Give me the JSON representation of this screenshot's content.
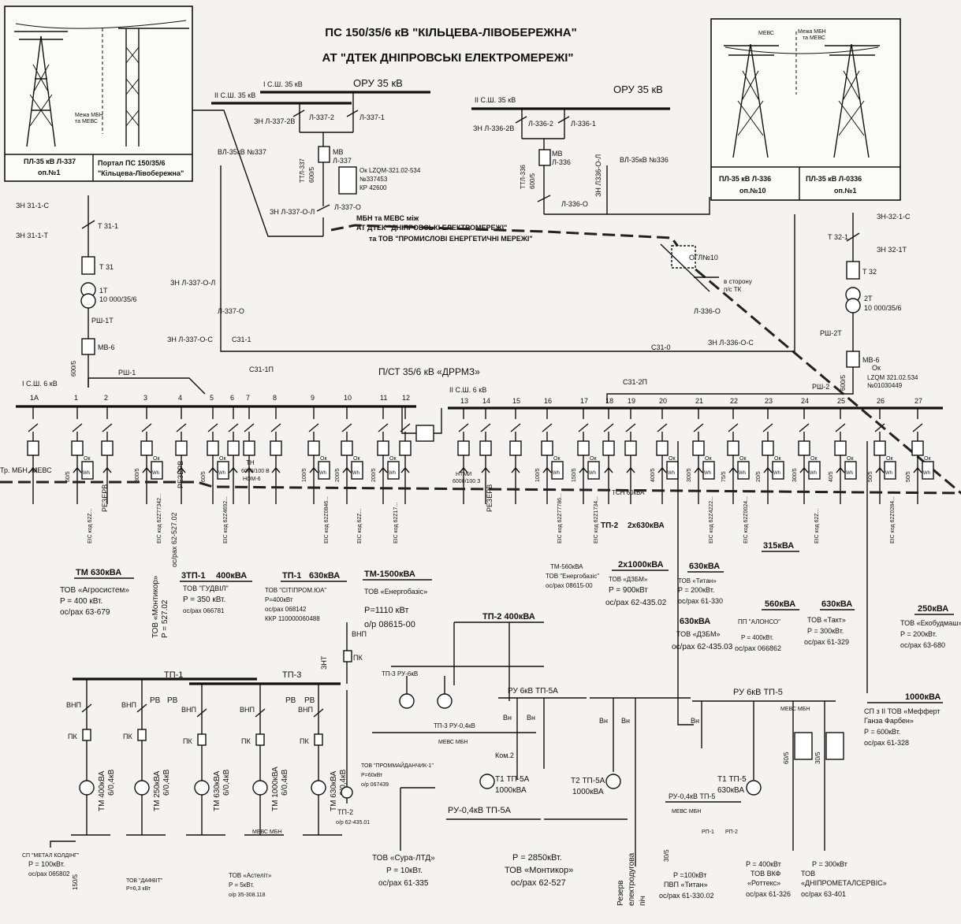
{
  "title": {
    "line1": "ПС 150/35/6 кВ \"КІЛЬЦЕВА-ЛІВОБЕРЕЖНА\"",
    "line2": "АТ \"ДТЕК ДНІПРОВСЬКІ ЕЛЕКТРОМЕРЕЖІ\""
  },
  "boundary": {
    "line1": "МБН та МЕВС між",
    "line2": "АТ ДТЕК \"ДНІПРОВСЬКІ ЕЛЕКТРОМЕРЕЖІ\"",
    "line3": "та ТОВ \"ПРОМИСЛОВІ ЕНЕРГЕТИЧНІ МЕРЕЖІ\""
  },
  "left_inset": {
    "cell1": "ПЛ-35 кВ Л-337",
    "cell1b": "оп.№1",
    "cell2": "Портал ПС 150/35/6",
    "cell2b": "\"Кільцева-Лівобережна\"",
    "note1": "Межа МБН",
    "note2": "та МЕВС"
  },
  "right_inset": {
    "cell1": "ПЛ-35 кВ Л-336",
    "cell1b": "оп.№10",
    "cell2": "ПЛ-35 кВ Л-0336",
    "cell2b": "оп.№1",
    "note0": "МЕВС",
    "note1": "Межа МБН",
    "note2": "та МЕВС"
  },
  "oru_left": {
    "label": "ОРУ 35 кВ",
    "bus2": "ІІ С.Ш.  35 кВ",
    "bus1": "І С.Ш.  35 кВ",
    "zn_top": "ЗН Л-337-2В",
    "sw2": "Л-337-2",
    "sw1": "Л-337-1",
    "breaker": "МВ",
    "breaker2": "Л-337",
    "ct": "ТТЛ-337",
    "ct2": "600/5",
    "meter1": "Ок LZQM-321.02-534",
    "meter2": "№337453",
    "meter3": "КР 42600",
    "zn_bottom": "ЗН Л-337-О-Л",
    "sw_out": "Л-337-О",
    "line": "ВЛ-35кВ №337"
  },
  "oru_right": {
    "label": "ОРУ 35 кВ",
    "bus2": "ІІ С.Ш.  35 кВ",
    "zn_top": "ЗН Л-336-2В",
    "sw2": "Л-336-2",
    "sw1": "Л-336-1",
    "breaker": "МВ",
    "breaker2": "Л-336",
    "ct": "ТТЛ-336",
    "ct2": "600/5",
    "zn_out": "ЗН Л336-О-Л",
    "sw_out": "Л-336-О",
    "line": "ВЛ-35кВ №336"
  },
  "ogl": {
    "label": "ОГЛ№10",
    "dir1": "в сторону",
    "dir2": "п/с ТК"
  },
  "t31": {
    "zn_c": "ЗН 31-1-С",
    "sw": "Т 31-1",
    "zn_t": "ЗН 31-1-Т",
    "box": "Т 31",
    "tr1": "1Т",
    "tr2": "10 000/35/6",
    "rsh": "РШ-1Т",
    "mv": "МВ-6",
    "ct": "600/5",
    "rsh1": "РШ-1"
  },
  "t32": {
    "zn_c": "ЗН-32-1-С",
    "sw": "Т 32-1",
    "zn_t": "ЗН 32-1Т",
    "box": "Т 32",
    "tr1": "2Т",
    "tr2": "10 000/35/6",
    "rsh": "РШ-2Т",
    "mv": "МВ-6",
    "ok": "Ок",
    "meter1": "LZQM 321.02.534",
    "meter2": "№01030449",
    "rsh2": "РШ-2",
    "ct": "600/5"
  },
  "s35": {
    "zn_ol": "ЗН Л-337-О-Л",
    "l337o": "Л-337-О",
    "zn_oc": "ЗН Л-337-О-С",
    "s311": "С31-1",
    "s311p": "С31-1П",
    "l336o": "Л-336-О",
    "zn336": "ЗН Л-336-О-С",
    "s310": "С31-0",
    "s312p": "С31-2П"
  },
  "substation": "П/СТ 35/6 кВ «ДРРМЗ»",
  "bus6_1": "І С.Ш.  6 кВ",
  "bus6_2": "ІІ С.Ш.  6 кВ",
  "cells": [
    "1А",
    "1",
    "2",
    "3",
    "4",
    "5",
    "6",
    "7",
    "8",
    "9",
    "10",
    "11",
    "12",
    "13",
    "14",
    "15",
    "16",
    "17",
    "18",
    "19",
    "20",
    "21",
    "22",
    "23",
    "24",
    "25",
    "26",
    "27"
  ],
  "feed": {
    "tr": "Тр. МБН, МЕВС",
    "reserve": "РЕЗЕРВ",
    "reserve2": "РЕЗЕРВ",
    "reserve3": "РЕЗЕРВ",
    "th": "ТН",
    "th2": "6000/100 В",
    "th3": "НОМ-6",
    "ntmi": "НТМИ",
    "ntmi2": "6000/100 З",
    "tsn": "ТСН 60кВА",
    "ct1": "60/5",
    "ct3": "300/5",
    "ct5": "60/5",
    "ct9": "100/5",
    "ct10": "200/5",
    "ct11": "200/5",
    "ct16": "100/5",
    "ct17": "150/5",
    "ct20": "400/5",
    "ct21": "300/5",
    "ct22": "75/5",
    "ct23": "20/5",
    "ct24": "300/5",
    "ct25": "40/5",
    "ct26": "50/5",
    "ct27": "50/5",
    "ok": "Ок",
    "wh": "Wh"
  },
  "eic": {
    "c1": "EIC код 62Z...",
    "c3": "EIC код 62Z77342...",
    "c5": "EIC код 62Z4692...",
    "c9": "EIC код 62Z0846...",
    "c10": "EIC код 62Z...",
    "c11": "EIC код 62Z17...",
    "c16": "EIC код 62Z77786...",
    "c17": "EIC код 62Z1734...",
    "c21": "EIC код 62Z4222...",
    "c22": "EIC код 62Z0024...",
    "c24": "EIC код 62Z...",
    "c26": "EIC код 62Z0284..."
  },
  "cons": {
    "agro": [
      "ТМ 630кВА",
      "ТОВ «Агросистем»",
      "P = 400 кВт.",
      "ос/рах 63-679"
    ],
    "montykor": [
      "ТОВ «Монтикор»",
      "P = 527.02",
      "ос/рах 62-527.02"
    ],
    "gudvil": [
      "3ТП-1",
      "400кВА",
      "ТОВ \"ГУДВІЛ\"",
      "P = 350 кВт.",
      "ос/рах 066781"
    ],
    "sitiprom": [
      "ТП-1",
      "630кВА",
      "ТОВ \"СІТІПРОМ.ЮА\"",
      "P=400кВт",
      "ос/рах 068142",
      "ККР 110000060488"
    ],
    "energo": [
      "ТМ-1500кВА",
      "ТОВ «Енергобазіс»",
      "P=1110 кВт",
      "о/р 08615-00"
    ],
    "energo2": [
      "ТМ-560кВА",
      "ТОВ \"Енергобазіс\"",
      "ос/рах 08615-00"
    ],
    "dzbm": [
      "ТП-2",
      "2х630кВА",
      "2х1000кВА",
      "ТОВ «ДЗБМ»",
      "P = 900кВт",
      "ос/рах 62-435.02"
    ],
    "titan": [
      "630кВА",
      "ТОВ «Титан»",
      "P = 200кВт.",
      "ос/рах 61-330"
    ],
    "dzbm2": [
      "630кВА",
      "ТОВ «ДЗБМ»",
      "ос/рах 62-435.03"
    ],
    "alonso": [
      "315кВА",
      "560кВА",
      "ПП \"АЛОНСО\"",
      "P = 400кВт.",
      "ос/рах 066862"
    ],
    "takt": [
      "630кВА",
      "ТОВ «Такт»",
      "P = 300кВт.",
      "ос/рах 61-329"
    ],
    "ekobud": [
      "250кВА",
      "ТОВ «Екобудмаш»",
      "P = 200кВт.",
      "ос/рах 63-680"
    ],
    "maffert": [
      "1000кВА",
      "СП з ІІ  ТОВ «Мефферт",
      "Ганза Фарбен»",
      "P = 600кВт.",
      "ос/рах 61-328"
    ],
    "tp2": "ТП-2  400кВА"
  },
  "lower": {
    "vnp": "ВНП",
    "pk": "ПК",
    "znt": "ЗНТ",
    "tp1": "ТП-1",
    "tp3": "ТП-3",
    "rv": "РВ",
    "tr1": [
      "ТМ 400кВА",
      "6/0,4кВ"
    ],
    "tr2": [
      "ТМ 250кВА",
      "6/0,4кВ"
    ],
    "tr3": [
      "ТМ 630кВА",
      "6/0,4кВ"
    ],
    "tr4": [
      "ТМ 1000кВА",
      "6/0,4кВ"
    ],
    "tr5": [
      "ТМ 630кВА",
      "6/0,4кВ"
    ],
    "tp2b": [
      "ТП-2",
      "о/р 62-435.01"
    ],
    "metal": [
      "СП \"МЕТАЛ КОЛДІНГ\"",
      "P = 100кВт.",
      "ос/рах 065802"
    ],
    "ct150": "150/5",
    "dafbit": [
      "ТОВ \"ДАФВІТ\"",
      "P=6,3 кВт"
    ],
    "astelit": [
      "ТОВ «Астеліт»",
      "P = 5кВт.",
      "о/р 35-308.118"
    ],
    "mevs": "МЕВС МБН",
    "tp3ru": [
      "ТП-3  РУ-6кВ",
      "ТП-3  РУ-0,4кВ"
    ],
    "prommaid": [
      "ТОВ \"ПРОММАЙДАНЧИК-1\"",
      "P=60кВт",
      "о/р 067439"
    ],
    "kom2": "Ком.2",
    "ru6_5a": "РУ 6кВ  ТП-5А",
    "t1_5a": [
      "Т1 ТП-5А",
      "1000кВА"
    ],
    "t2_5a": [
      "Т2 ТП-5А",
      "1000кВА"
    ],
    "ru04_5a": "РУ-0,4кВ  ТП-5А",
    "sura": [
      "ТОВ «Сура-ЛТД»",
      "P = 10кВт.",
      "ос/рах 61-335"
    ],
    "montikor2": [
      "P = 2850кВт.",
      "ТОВ «Монтикор»",
      "ос/рах 62-527"
    ],
    "reserve_pech": [
      "Резерв",
      "електродугова",
      "піч"
    ],
    "vn": "Вн",
    "ru6_5": "РУ 6кВ  ТП-5",
    "t1_5": [
      "Т1  ТП-5",
      "630кВА"
    ],
    "ru04_5": "РУ-0,4кВ  ТП-5",
    "titan2": [
      "P =100кВт",
      "ПВП «Титан»",
      "ос/рах 61-330.02"
    ],
    "rp1": "РП-1",
    "rp2": "РП-2",
    "rotteks": [
      "P = 400кВт",
      "ТОВ ВКФ",
      "«Роттекс»",
      "ос/рах 61-326"
    ],
    "dnipromet": [
      "P = 300кВт",
      "ТОВ",
      "«ДНІПРОМЕТАЛСЕРВІС»",
      "ос/рах 63-401"
    ],
    "ct60": "60/5",
    "ct30": "30/5"
  }
}
